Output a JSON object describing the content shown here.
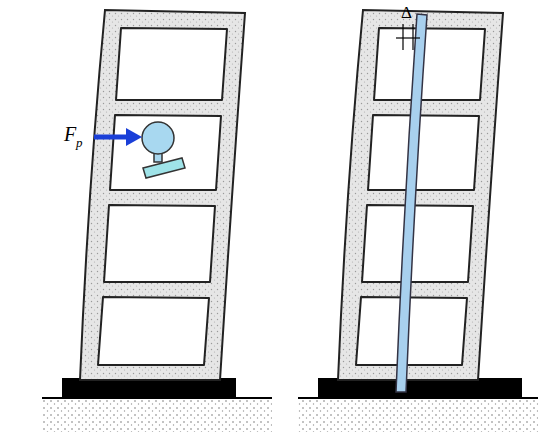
{
  "diagram": {
    "labels": [
      "F",
      "p",
      "Δ"
    ]
  }
}
